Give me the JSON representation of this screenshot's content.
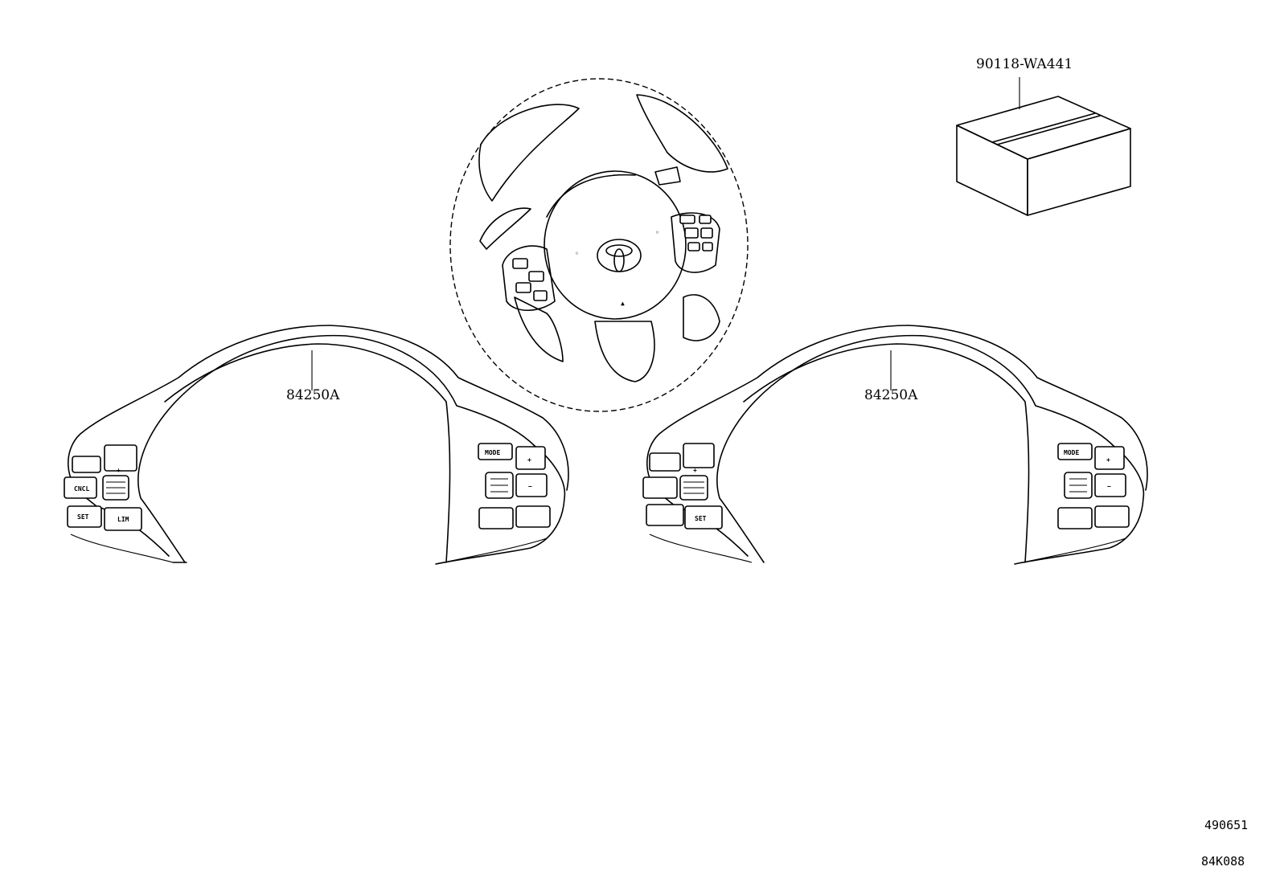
{
  "callouts": {
    "box_part": "90118-WA441",
    "switch_left": "84250A",
    "switch_right": "84250A"
  },
  "codes": {
    "illustration_number": "490651",
    "reference_code": "84K088"
  },
  "button_labels": {
    "mode": "MODE",
    "set": "SET",
    "lim": "LIM",
    "cncl": "CNCL",
    "plus": "+",
    "minus": "−"
  },
  "colors": {
    "line": "#000000",
    "background": "#ffffff"
  }
}
